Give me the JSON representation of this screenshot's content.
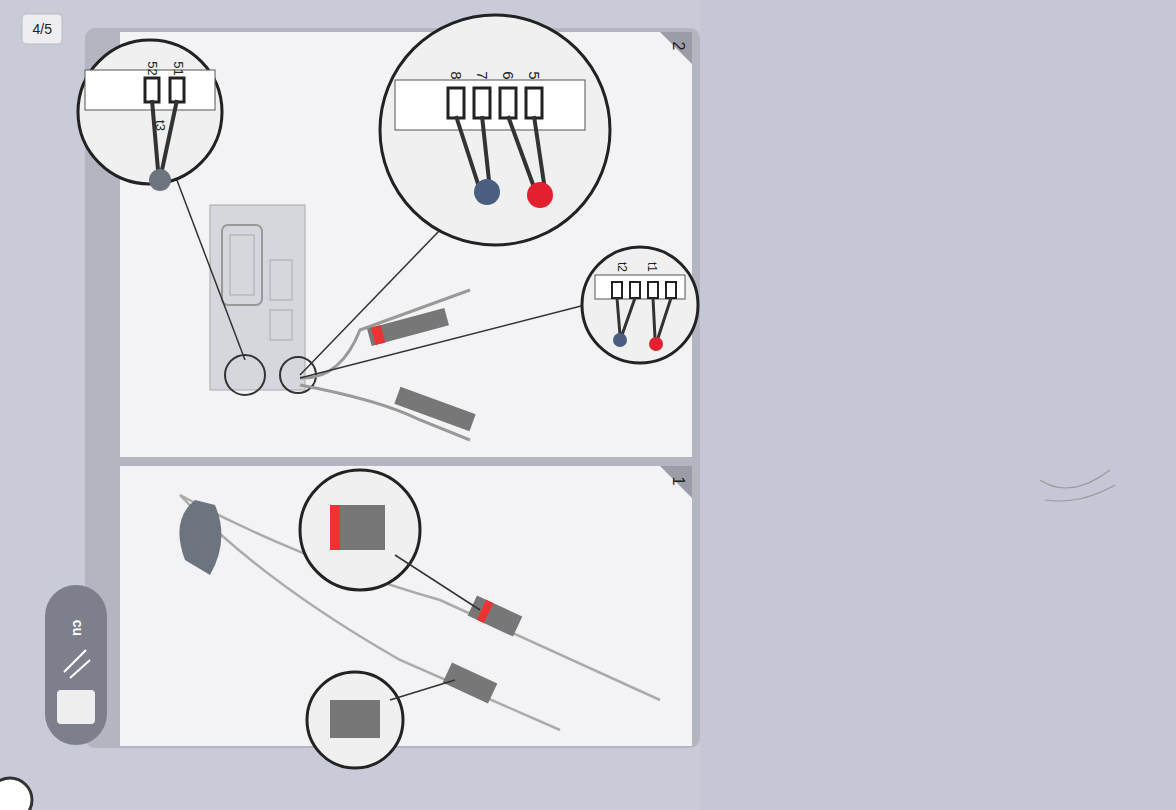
{
  "diagram": {
    "labels": [
      "4/5",
      "2",
      "1",
      "52",
      "51",
      "t3",
      "8",
      "7",
      "6",
      "5",
      "t2",
      "t1",
      "cu"
    ]
  }
}
